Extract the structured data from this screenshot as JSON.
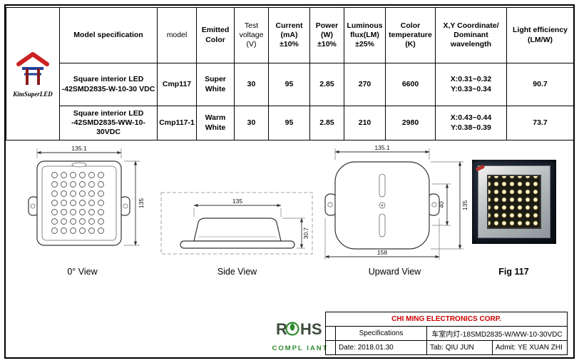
{
  "logo": {
    "brand": "KimSuperLED"
  },
  "table": {
    "headers": {
      "model_spec": "Model specification",
      "model": "model",
      "color": "Emitted Color",
      "voltage": "Test voltage (V)",
      "current": "Current (mA)",
      "current_tol": "±10%",
      "power": "Power (W)",
      "power_tol": "±10%",
      "flux": "Luminous flux(LM)",
      "flux_tol": "±25%",
      "temperature": "Color temperature (K)",
      "xy": "X,Y Coordinate/ Dominant wavelength",
      "efficiency": "Light efficiency (LM/W)"
    },
    "rows": [
      {
        "model_spec": "Square interior LED -42SMD2835-W-10-30 VDC",
        "model": "Cmp117",
        "color": "Super White",
        "voltage": "30",
        "current": "95",
        "power": "2.85",
        "flux": "270",
        "temperature": "6600",
        "xy_x": "X:0.31~0.32",
        "xy_y": "Y:0.33~0.34",
        "efficiency": "90.7"
      },
      {
        "model_spec": "Square interior LED -42SMD2835-WW-10-30VDC",
        "model": "Cmp117-1",
        "color": "Warm White",
        "voltage": "30",
        "current": "95",
        "power": "2.85",
        "flux": "210",
        "temperature": "2980",
        "xy_x": "X:0.43~0.44",
        "xy_y": "Y:0.38~0.39",
        "efficiency": "73.7"
      }
    ]
  },
  "views": {
    "front": {
      "label": "0° View",
      "dim_width": "135.1",
      "dim_height": "135"
    },
    "side": {
      "label": "Side View",
      "dim_width": "135",
      "dim_height": "30.7"
    },
    "upward": {
      "label": "Upward View",
      "dim_top": "135.1",
      "dim_bottom": "158",
      "dim_inner": "40",
      "dim_height": "135"
    },
    "fig": {
      "label": "Fig 117"
    }
  },
  "rohs": {
    "r": "R",
    "hs": "HS",
    "compliant": "COMPL IANT"
  },
  "footer": {
    "company": "CHI MING ELECTRONICS CORP.",
    "spec_label": "Specifications",
    "spec_value": "车室内灯-18SMD2835-W/WW-10-30VDC",
    "date_label": "Date:",
    "date_value": "2018.01.30",
    "tab_label": "Tab:",
    "tab_value": "QIU JUN",
    "admit_label": "Admit:",
    "admit_value": "YE XUAN ZHI"
  },
  "colors": {
    "accent_red": "#cc0000",
    "rohs_green": "#2e8b2e"
  }
}
